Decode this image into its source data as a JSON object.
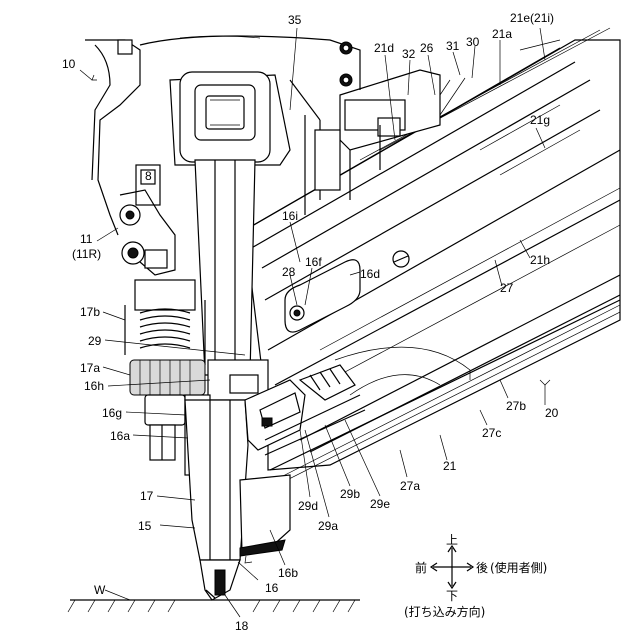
{
  "labels": {
    "l10": "10",
    "l35": "35",
    "l21e": "21e(21i)",
    "l21d": "21d",
    "l32": "32",
    "l26": "26",
    "l31": "31",
    "l30": "30",
    "l21a": "21a",
    "l21g": "21g",
    "l8": "8",
    "l11": "11",
    "l11r": "(11R)",
    "l16i": "16i",
    "l16f": "16f",
    "l28": "28",
    "l16d": "16d",
    "l21h": "21h",
    "l27": "27",
    "l17b": "17b",
    "l29": "29",
    "l17a": "17a",
    "l16h": "16h",
    "l16g": "16g",
    "l16a": "16a",
    "l27b": "27b",
    "l20": "20",
    "l27c": "27c",
    "l21": "21",
    "l27a": "27a",
    "l17": "17",
    "l29d": "29d",
    "l29b": "29b",
    "l29e": "29e",
    "l29a": "29a",
    "l15": "15",
    "l16b": "16b",
    "l16": "16",
    "lW": "W",
    "l18": "18"
  },
  "direction_legend": {
    "up": "上",
    "down": "下",
    "front": "前",
    "rear": "後",
    "user_side": "(使用者側)",
    "driving_direction": "(打ち込み方向)"
  }
}
